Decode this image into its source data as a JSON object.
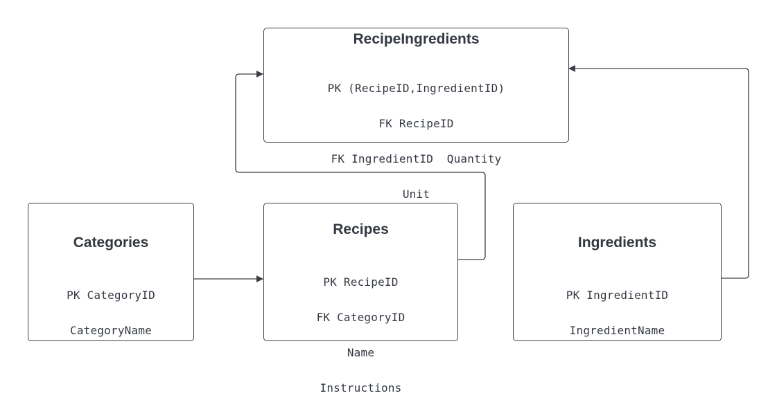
{
  "entities": {
    "recipe_ingredients": {
      "title": "RecipeIngredients",
      "fields": [
        "PK (RecipeID,IngredientID)",
        "FK RecipeID",
        "FK IngredientID  Quantity",
        "Unit"
      ]
    },
    "categories": {
      "title": "Categories",
      "fields": [
        "PK CategoryID",
        "CategoryName"
      ]
    },
    "recipes": {
      "title": "Recipes",
      "fields": [
        "PK RecipeID",
        "FK CategoryID",
        "Name",
        "Instructions"
      ]
    },
    "ingredients": {
      "title": "Ingredients",
      "fields": [
        "PK IngredientID",
        "IngredientName"
      ]
    }
  },
  "colors": {
    "line": "#3a3d44",
    "text": "#333841"
  }
}
